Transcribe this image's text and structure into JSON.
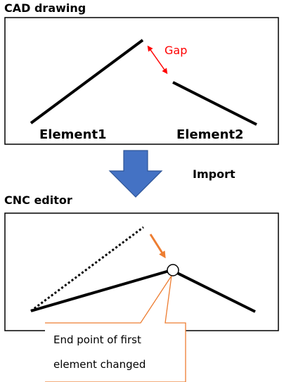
{
  "cad_panel": {
    "title": "CAD drawing",
    "gap_label": "Gap",
    "element1_label": "Element1",
    "element2_label": "Element2"
  },
  "import": {
    "label": "Import"
  },
  "cnc_panel": {
    "title": "CNC editor"
  },
  "callout": {
    "line1": "End point of first",
    "line2": "element changed"
  },
  "colors": {
    "gap": "#ff0000",
    "arrow_fill": "#4472c4",
    "arrow_stroke": "#2f5597",
    "callout": "#ed7d31",
    "lines": "#000000"
  }
}
